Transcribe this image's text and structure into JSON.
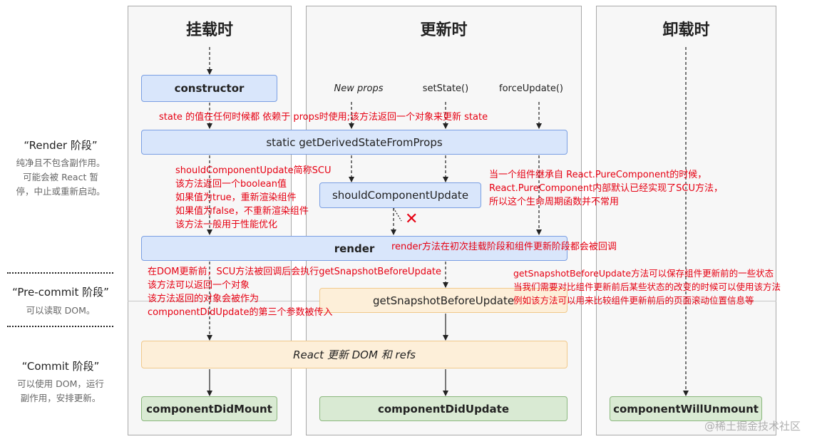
{
  "columns": {
    "mount": {
      "title": "挂载时"
    },
    "update": {
      "title": "更新时"
    },
    "unmount": {
      "title": "卸载时"
    }
  },
  "triggers": {
    "new_props": "New props",
    "set_state": "setState()",
    "force_update": "forceUpdate()"
  },
  "boxes": {
    "constructor": "constructor",
    "gdsfp": "static getDerivedStateFromProps",
    "scu": "shouldComponentUpdate",
    "render": "render",
    "gsbu": "getSnapshotBeforeUpdate",
    "react_update": "React 更新 DOM 和 refs",
    "did_mount": "componentDidMount",
    "did_update": "componentDidUpdate",
    "will_unmount": "componentWillUnmount"
  },
  "phases": {
    "render": {
      "title": "“Render 阶段”",
      "desc": [
        "纯净且不包含副作用。",
        "可能会被 React 暂",
        "停，中止或重新启动。"
      ]
    },
    "precommit": {
      "title": "“Pre-commit 阶段”",
      "desc": [
        "可以读取 DOM。"
      ]
    },
    "commit": {
      "title": "“Commit 阶段”",
      "desc": [
        "可以使用 DOM，运行",
        "副作用，安排更新。"
      ]
    }
  },
  "notes": {
    "gdsfp": "state 的值在任何时候都 依赖于 props时使用;该方法返回一个对象来更新 state",
    "scu": [
      "shouldComponentUpdate简称SCU",
      "该方法返回一个boolean值",
      "如果值为true，重新渲染组件",
      "如果值为false，不重新渲染组件",
      "该方法一般用于性能优化"
    ],
    "pure": [
      "当一个组件继承自 React.PureComponent的时候，",
      "React.PureComponent内部默认已经实现了SCU方法，",
      "所以这个生命周期函数并不常用"
    ],
    "render": "render方法在初次挂载阶段和组件更新阶段都会被回调",
    "gsbu_left": [
      "在DOM更新前，SCU方法被回调后会执行getSnapshotBeforeUpdate",
      "该方法可以返回一个对象",
      "该方法返回的对象会被作为",
      "componentDidUpdate的第三个参数被传入"
    ],
    "gsbu_right": [
      "getSnapshotBeforeUpdate方法可以保存组件更新前的一些状态",
      "当我们需要对比组件更新前后某些状态的改变的时候可以使用该方法",
      "例如该方法可以用来比较组件更新前后的页面滚动位置信息等"
    ]
  },
  "xmark": "✕",
  "watermark": "@稀土掘金技术社区",
  "colors": {
    "blue_fill": "#d9e6fb",
    "yellow_fill": "#fdefd9",
    "green_fill": "#d9ead3",
    "note_red": "#e60012"
  }
}
